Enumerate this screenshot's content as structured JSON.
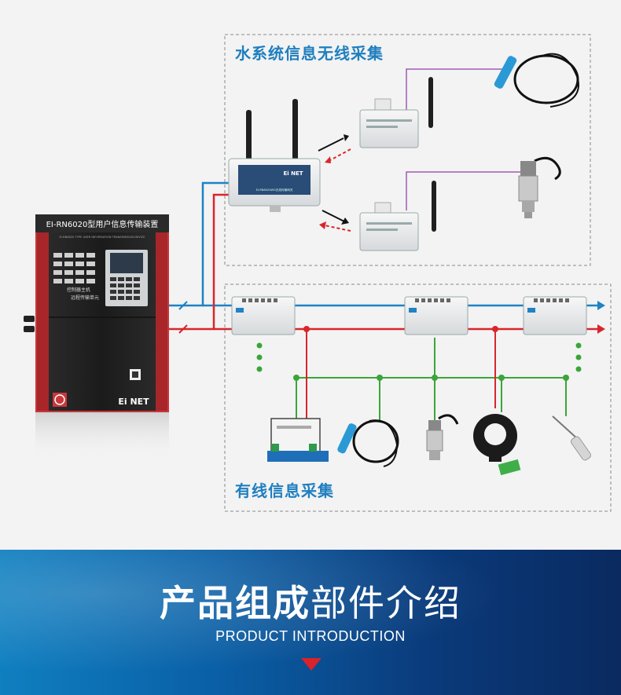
{
  "wireless_section": {
    "title": "水系统信息无线采集"
  },
  "wired_section": {
    "title": "有线信息采集"
  },
  "cabinet": {
    "title": "EI-RN6020型用户信息传输装置",
    "subtitle": "EI-RN6020 TYPE USER INFORMATION TRANSMISSION DEVICE",
    "brand": "Ei NET",
    "panel_text_1": "控制器主机",
    "panel_text_2": "远程传输单元"
  },
  "gateway": {
    "brand": "Ei NET",
    "label": "EI-RN6020WG无线传输网关"
  },
  "banner": {
    "title_bold": "产品组成",
    "title_light": "部件介绍",
    "subtitle": "PRODUCT INTRODUCTION"
  },
  "colors": {
    "blue_line": "#1f82c4",
    "red_line": "#d8262b",
    "green_line": "#3aa53a",
    "purple_line": "#a25bb4",
    "banner_start": "#0f7fc0",
    "banner_end": "#0a2a60",
    "accent_red": "#d8232a"
  }
}
